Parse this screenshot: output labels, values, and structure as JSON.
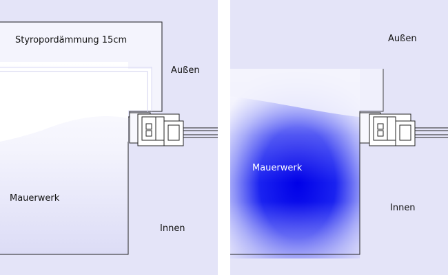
{
  "left_panel": {
    "insulation_label": "Styropordämmung 15cm",
    "outside_label": "Außen",
    "wall_label": "Mauerwerk",
    "inside_label": "Innen"
  },
  "right_panel": {
    "outside_label": "Außen",
    "wall_label": "Mauerwerk",
    "inside_label": "Innen"
  },
  "colors": {
    "air": "#e4e4f8",
    "cold_blue": "#0000e6",
    "warm_white": "#ffffff",
    "outline": "#222222"
  }
}
